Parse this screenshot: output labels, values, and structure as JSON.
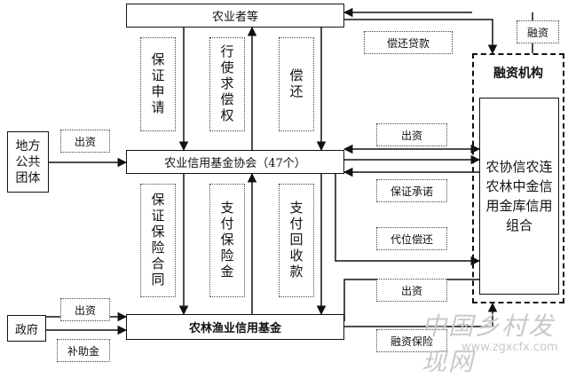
{
  "diagram": {
    "nodes": {
      "farmers": "农业者等",
      "association": "农业信用基金协会（47个）",
      "fund": "农林渔业信用基金",
      "local_gov": "地方公共团体",
      "government": "政府",
      "financial_org_title": "融资机构",
      "financial_org_members": "农协信农连农林中金信用金库信用组合"
    },
    "labels": {
      "apply_guarantee": "保证申请",
      "exercise_recourse": "行使求偿权",
      "repay": "偿还",
      "repay_loan": "偿还贷款",
      "financing_top": "融资",
      "invest_local": "出资",
      "invest_to_fin": "出资",
      "guarantee_commit": "保证承诺",
      "subrogation": "代位偿还",
      "insurance_contract": "保证保险合同",
      "pay_insurance": "支付保险金",
      "pay_recovery": "支付回收款",
      "invest_fin_bottom": "出资",
      "invest_gov": "出资",
      "subsidy": "补助金",
      "finance_insurance": "融资保险"
    },
    "watermark": {
      "main": "中国乡村发现网",
      "url": "www.zgxcfx.com"
    }
  }
}
